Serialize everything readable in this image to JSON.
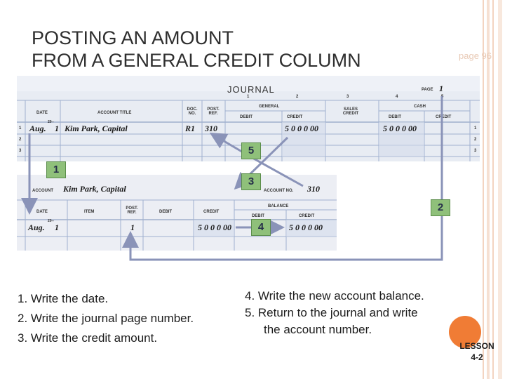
{
  "slide": {
    "title_line1": "POSTING AN AMOUNT",
    "title_line2": "FROM A GENERAL CREDIT COLUMN",
    "page_ref": "page 96",
    "lesson_label": "LESSON",
    "lesson_number": "4-2"
  },
  "journal": {
    "title": "JOURNAL",
    "page_label": "PAGE",
    "page_value": "1",
    "col_numbers": [
      "1",
      "2",
      "3",
      "4",
      "5"
    ],
    "headers": {
      "date": "DATE",
      "account_title": "ACCOUNT TITLE",
      "doc_no": "DOC. NO.",
      "post_ref": "POST. REF.",
      "general": "GENERAL",
      "debit": "DEBIT",
      "credit": "CREDIT",
      "sales_credit": "SALES CREDIT",
      "cash": "CASH",
      "cash_debit": "DEBIT",
      "cash_credit": "CREDIT"
    },
    "rows": [
      {
        "line": "1",
        "month": "Aug.",
        "day": "1",
        "account": "Kim Park, Capital",
        "doc": "R1",
        "post_ref": "310",
        "general_credit": "5 0 0 0 00",
        "cash_debit": "5 0 0 0 00"
      },
      {
        "line": "2"
      },
      {
        "line": "3"
      }
    ],
    "year": "20--"
  },
  "ledger": {
    "account_label": "ACCOUNT",
    "account_name": "Kim Park, Capital",
    "account_no_label": "ACCOUNT NO.",
    "account_no": "310",
    "headers": {
      "date": "DATE",
      "item": "ITEM",
      "post_ref": "POST. REF.",
      "debit": "DEBIT",
      "credit": "CREDIT",
      "balance": "BALANCE",
      "bal_debit": "DEBIT",
      "bal_credit": "CREDIT"
    },
    "row": {
      "month": "Aug.",
      "day": "1",
      "post_ref": "1",
      "credit": "5 0 0 0 00",
      "balance_credit": "5 0 0 0 00"
    },
    "year": "20--"
  },
  "callouts": [
    "1",
    "2",
    "3",
    "4",
    "5"
  ],
  "steps_left": [
    "1.  Write the date.",
    "2.  Write the journal page number.",
    "3.  Write the credit amount."
  ],
  "steps_right": [
    "4.  Write the new account balance.",
    "5.  Return to the journal and write",
    "the account number."
  ],
  "colors": {
    "callout": "#8fc07a",
    "arrow": "#8a93b8",
    "accent": "#f07c35"
  }
}
